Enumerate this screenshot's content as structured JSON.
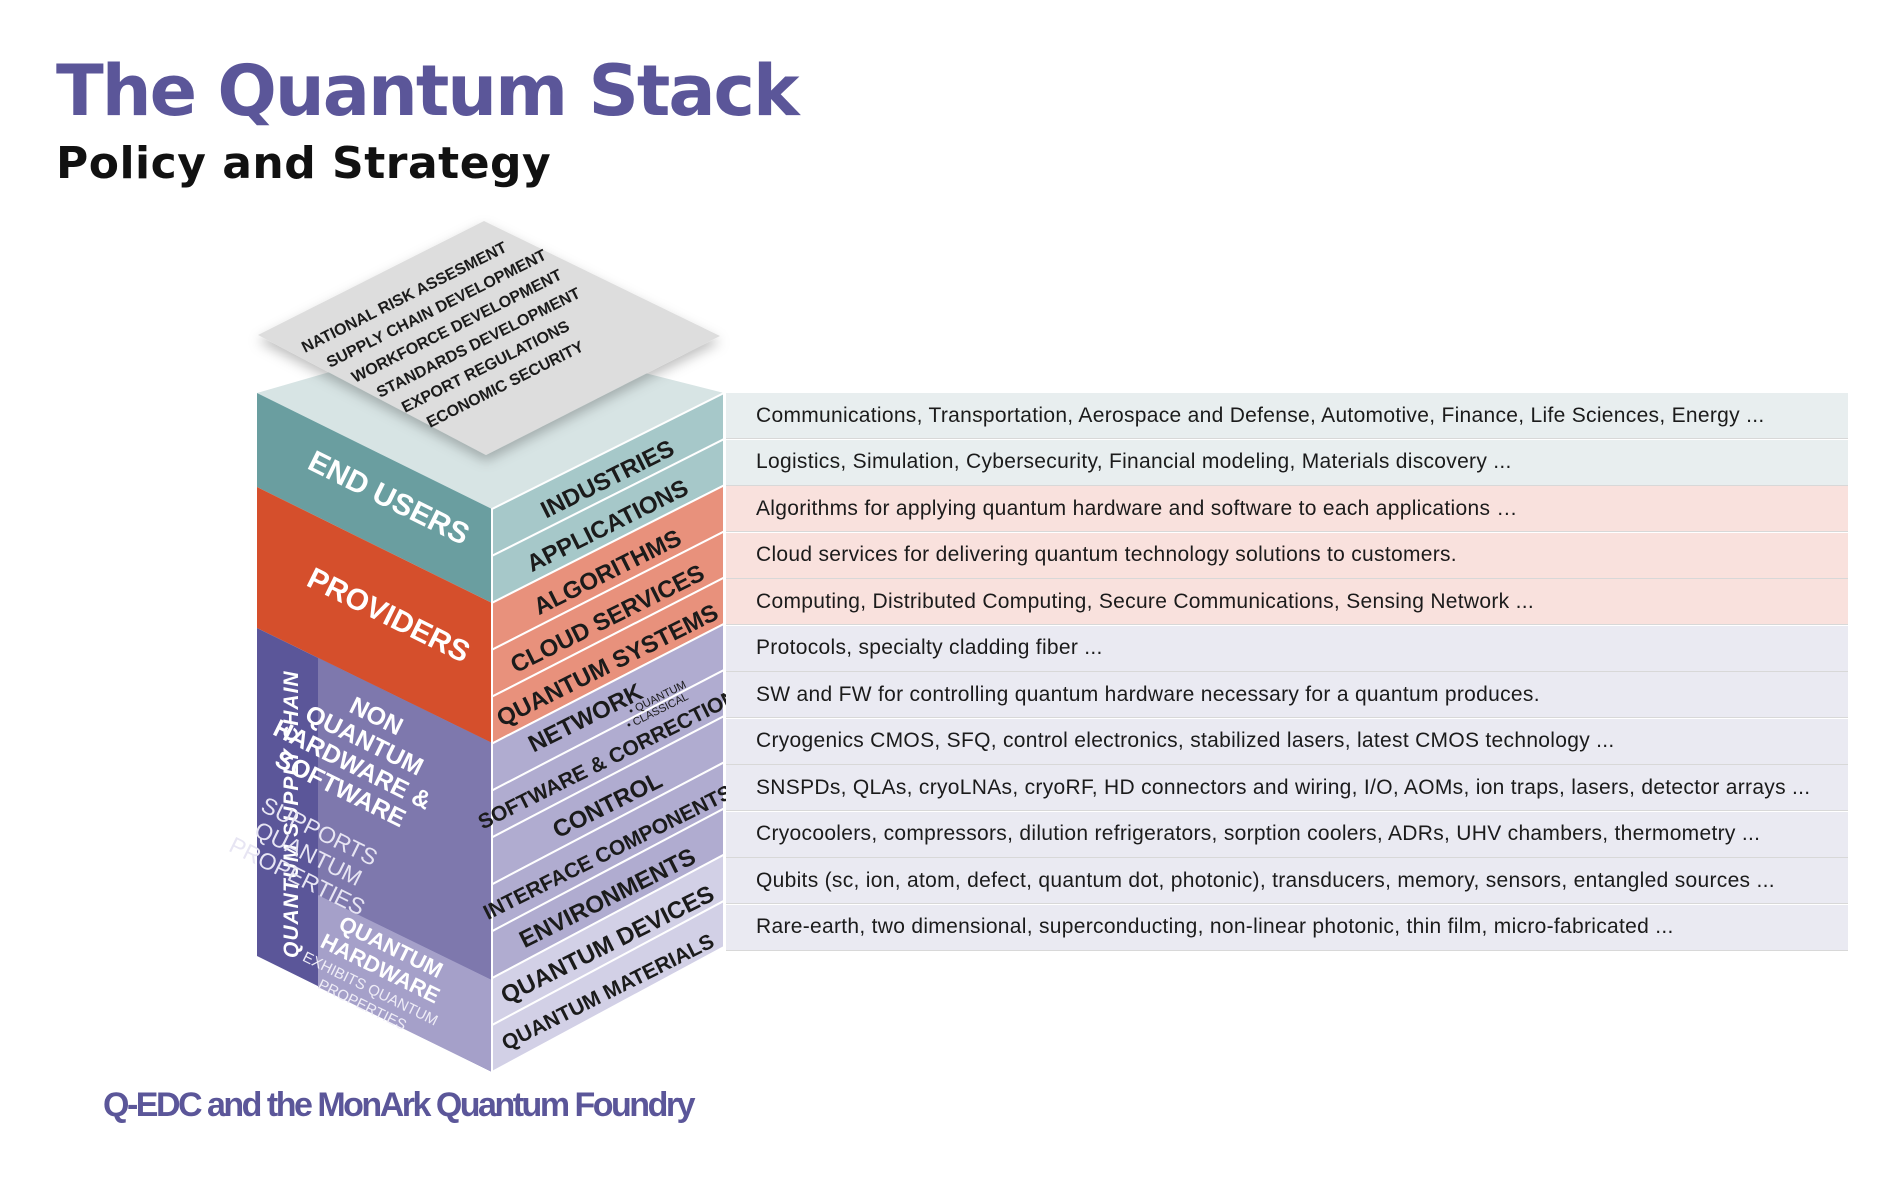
{
  "title": "The Quantum Stack",
  "subtitle": "Policy and Strategy",
  "footer": "Q-EDC and the MonArk Quantum Foundry",
  "policy_items": [
    "NATIONAL RISK ASSESMENT",
    "SUPPLY CHAIN DEVELOPMENT",
    "WORKFORCE DEVELOPMENT",
    "STANDARDS DEVELOPMENT",
    "EXPORT REGULATIONS",
    "ECONOMIC SECURITY"
  ],
  "groups": {
    "end_users": "END USERS",
    "providers": "PROVIDERS",
    "supply_chain": "QUANTUM SUPPLY CHAIN",
    "non_quantum": [
      "NON",
      "QUANTUM",
      "HARDWARE &",
      "SOFTWARE"
    ],
    "non_quantum_sub": [
      "SUPPORTS",
      "QUANTUM",
      "PROPERTIES"
    ],
    "quantum_hw": [
      "QUANTUM",
      "HARDWARE"
    ],
    "quantum_hw_sub": [
      "EXHIBITS QUANTUM",
      "PROPERTIES"
    ]
  },
  "layers": [
    {
      "label": "INDUSTRIES",
      "desc": "Communications, Transportation, Aerospace and Defense, Automotive, Finance, Life Sciences, Energy ..."
    },
    {
      "label": "APPLICATIONS",
      "desc": "Logistics, Simulation, Cybersecurity, Financial modeling, Materials discovery ..."
    },
    {
      "label": "ALGORITHMS",
      "desc": "Algorithms for applying quantum hardware and software to each applications …"
    },
    {
      "label": "CLOUD SERVICES",
      "desc": "Cloud services for delivering quantum technology solutions to customers."
    },
    {
      "label": "QUANTUM SYSTEMS",
      "desc": "Computing, Distributed Computing, Secure Communications, Sensing Network ..."
    },
    {
      "label": "NETWORK",
      "sub": [
        "• QUANTUM",
        "• CLASSICAL"
      ],
      "desc": "Protocols, specialty cladding fiber ..."
    },
    {
      "label": "SOFTWARE & CORRECTION",
      "desc": "SW and FW for controlling quantum hardware necessary for a quantum produces."
    },
    {
      "label": "CONTROL",
      "desc": "Cryogenics CMOS, SFQ, control electronics, stabilized lasers, latest CMOS technology ..."
    },
    {
      "label": "INTERFACE COMPONENTS",
      "desc": "SNSPDs, QLAs, cryoLNAs, cryoRF, HD connectors and wiring, I/O, AOMs, ion traps, lasers, detector arrays ..."
    },
    {
      "label": "ENVIRONMENTS",
      "desc": "Cryocoolers, compressors, dilution refrigerators, sorption coolers, ADRs, UHV chambers, thermometry ..."
    },
    {
      "label": "QUANTUM DEVICES",
      "desc": "Qubits (sc, ion, atom, defect, quantum dot, photonic), transducers, memory, sensors, entangled sources ..."
    },
    {
      "label": "QUANTUM MATERIALS",
      "desc": "Rare-earth, two dimensional, superconducting, non-linear photonic, thin film, micro-fabricated ..."
    }
  ],
  "colors": {
    "title": "#5b5699",
    "end_users_dark": "#6a9ea0",
    "end_users_light": "#a6c8c9",
    "providers_dark": "#d54f2c",
    "providers_light": "#e8917c",
    "supply_dark": "#5b5699",
    "non_quantum": "#7e78ad",
    "quantum_hw": "#a5a0c9",
    "chain_light": "#b0acd0",
    "chain_lighter": "#d2d0e6",
    "top_face": "#d7e4e4",
    "policy_plate": "#dddddd"
  }
}
